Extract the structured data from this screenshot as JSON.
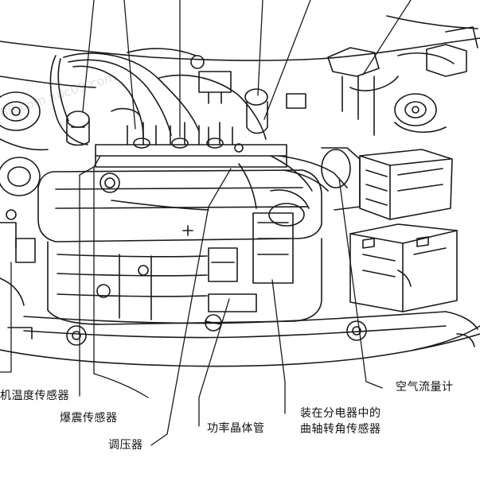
{
  "labels": {
    "coolant_temp_sensor": "机温度传感器",
    "knock_sensor": "爆震传感器",
    "voltage_regulator": "调压器",
    "power_transistor": "功率晶体管",
    "crank_angle_sensor_line1": "装在分电器中的",
    "crank_angle_sensor_line2": "曲轴转角传感器",
    "air_flow_meter": "空气流量计"
  },
  "watermark": "88.com  xuc09.com"
}
